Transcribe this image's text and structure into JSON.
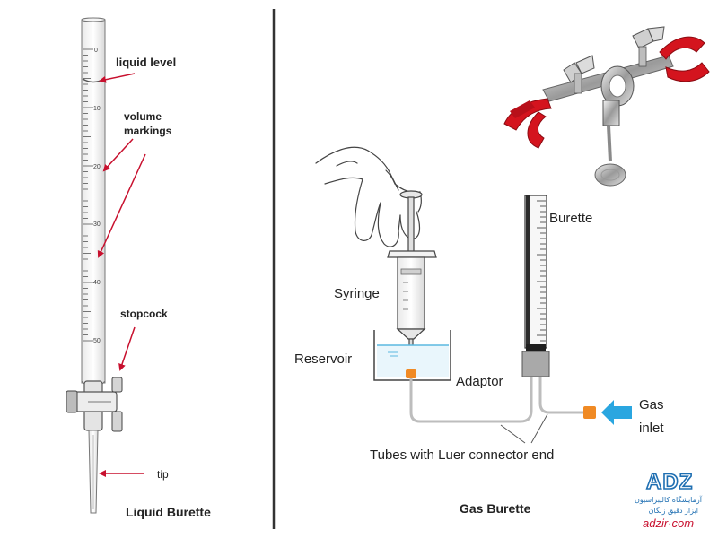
{
  "liquid": {
    "caption": "Liquid Burette",
    "labels": {
      "liquid_level": "liquid level",
      "volume_1": "volume",
      "volume_2": "markings",
      "stopcock": "stopcock",
      "tip": "tip"
    },
    "scale": [
      "0",
      "10",
      "20",
      "30",
      "40",
      "50"
    ]
  },
  "gas": {
    "caption": "Gas Burette",
    "labels": {
      "burette": "Burette",
      "syringe": "Syringe",
      "reservoir": "Reservoir",
      "adaptor": "Adaptor",
      "gas_1": "Gas",
      "gas_2": "inlet",
      "tubes": "Tubes with Luer connector end"
    }
  },
  "logo": {
    "mark": "ADZ",
    "line1": "آزمایشگاه کالیبراسیون",
    "line2": "ابزار دقیق زنگان",
    "site": "adzir·com"
  },
  "colors": {
    "arrow_red": "#c8102e",
    "clamp_red": "#d4141e",
    "connector_orange": "#f08a24",
    "inlet_blue": "#2aa6e0",
    "logo_blue": "#1f6fb2"
  }
}
